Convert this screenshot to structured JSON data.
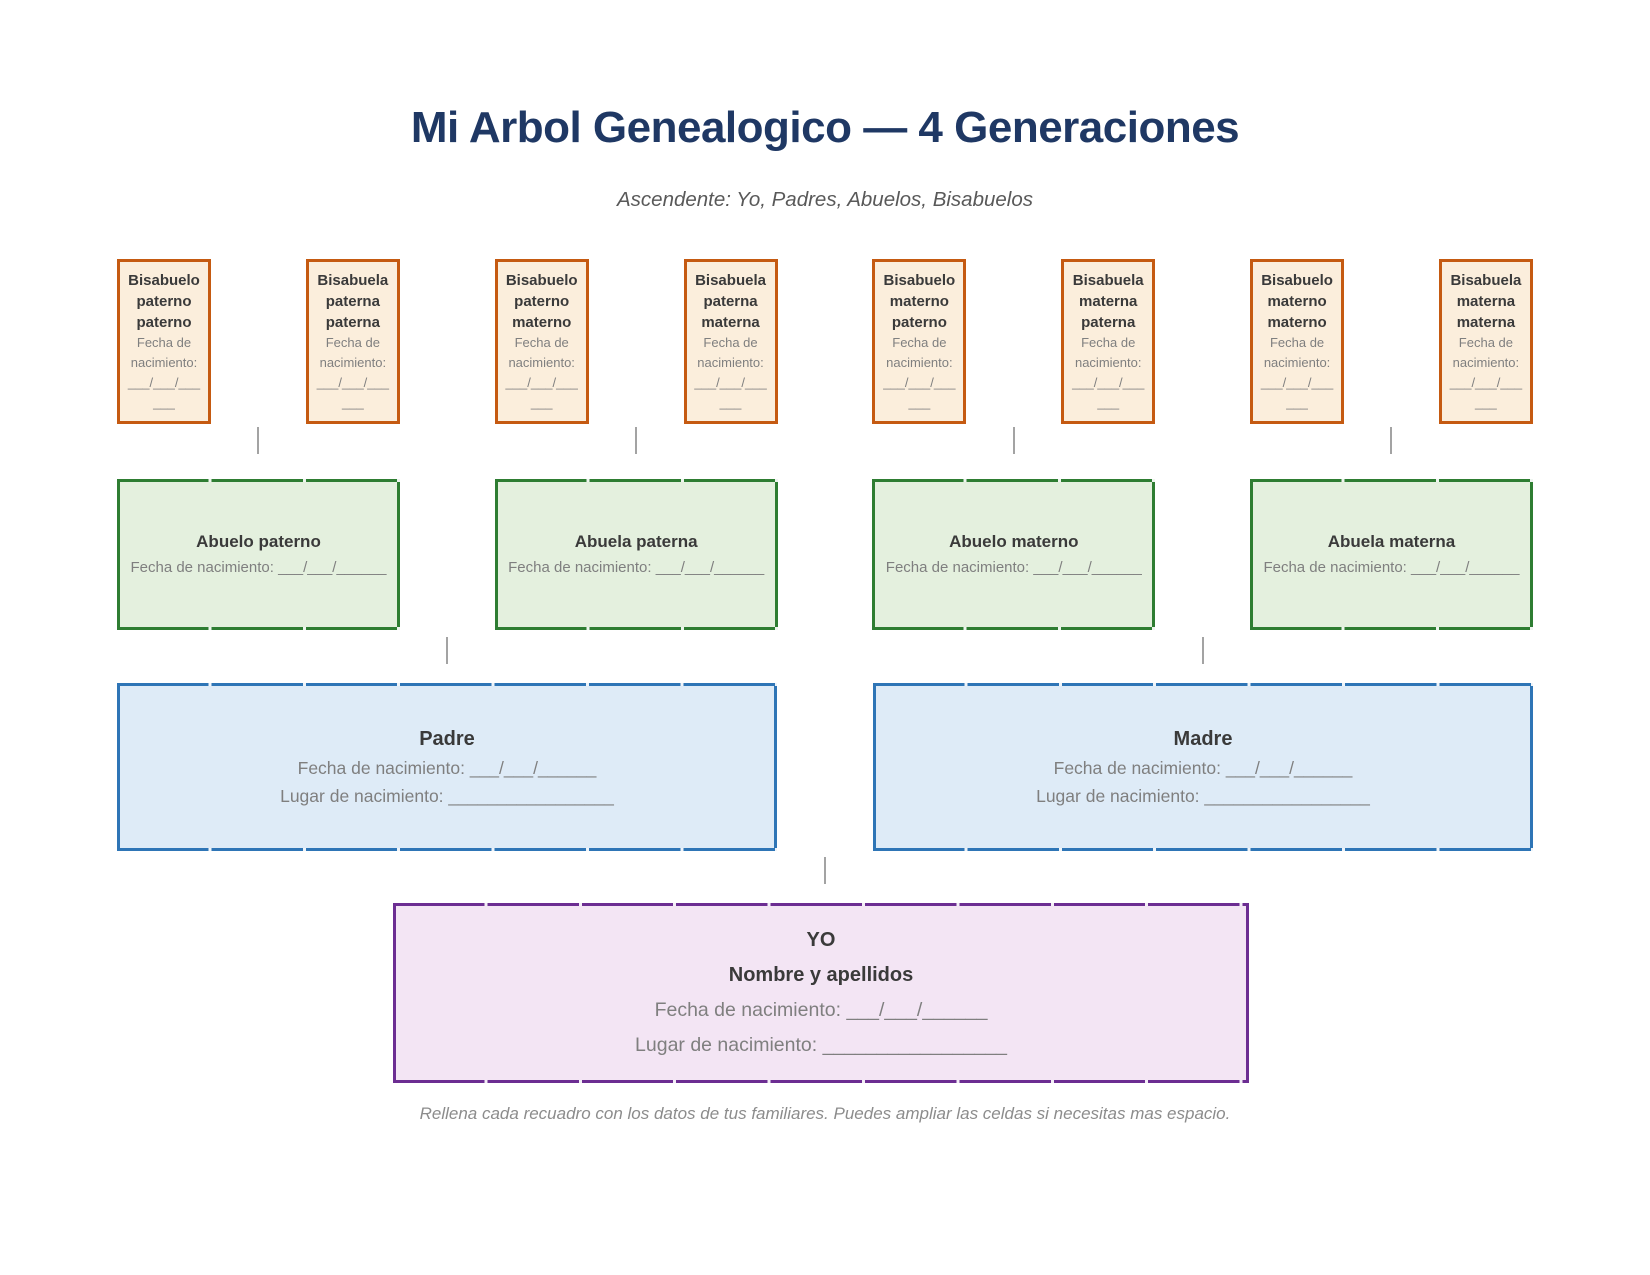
{
  "page": {
    "title": "Mi Arbol Genealogico — 4 Generaciones",
    "subtitle": "Ascendente: Yo, Padres, Abuelos, Bisabuelos",
    "footer": "Rellena cada recuadro con los datos de tus familiares. Puedes ampliar las celdas si necesitas mas espacio."
  },
  "labels": {
    "birth_date": "Fecha de nacimiento:",
    "birth_place": "Lugar de nacimiento:",
    "date_blank": "___/___/______",
    "date_blank_line1": "___/___/___",
    "date_blank_line2": "___",
    "place_blank": "_________________"
  },
  "colors": {
    "title_text": "#1F3864",
    "subtitle_text": "#595959",
    "footer_text": "#8C8C8C",
    "bisabuelos_border": "#C55A11",
    "bisabuelos_fill": "#FBEEDC",
    "abuelos_border": "#2E7D32",
    "abuelos_fill": "#E4F0DE",
    "padres_border": "#2E75B6",
    "padres_fill": "#DEEBF7",
    "yo_border": "#6C2D92",
    "yo_fill": "#F3E5F4",
    "connector": "#A3A3A3"
  },
  "bisabuelos": [
    {
      "l1": "Bisabuelo",
      "l2": "paterno",
      "l3": "paterno"
    },
    {
      "l1": "Bisabuela",
      "l2": "paterna",
      "l3": "paterna"
    },
    {
      "l1": "Bisabuelo",
      "l2": "paterno",
      "l3": "materno"
    },
    {
      "l1": "Bisabuela",
      "l2": "paterna",
      "l3": "materna"
    },
    {
      "l1": "Bisabuelo",
      "l2": "materno",
      "l3": "paterno"
    },
    {
      "l1": "Bisabuela",
      "l2": "materna",
      "l3": "paterna"
    },
    {
      "l1": "Bisabuelo",
      "l2": "materno",
      "l3": "materno"
    },
    {
      "l1": "Bisabuela",
      "l2": "materna",
      "l3": "materna"
    }
  ],
  "abuelos": [
    {
      "name": "Abuelo paterno"
    },
    {
      "name": "Abuela paterna"
    },
    {
      "name": "Abuelo materno"
    },
    {
      "name": "Abuela materna"
    }
  ],
  "padres": [
    {
      "name": "Padre"
    },
    {
      "name": "Madre"
    }
  ],
  "yo": {
    "heading": "YO",
    "name_line": "Nombre y apellidos"
  }
}
